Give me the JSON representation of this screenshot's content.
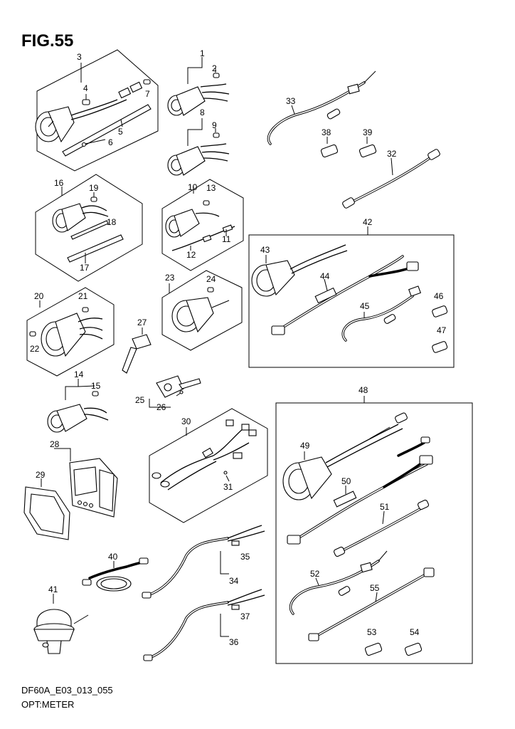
{
  "figure": {
    "title": "FIG.55"
  },
  "footer": {
    "code": "DF60A_E03_013_055",
    "subtitle": "OPT:METER"
  },
  "callouts": {
    "c1": "1",
    "c2": "2",
    "c3": "3",
    "c4": "4",
    "c5": "5",
    "c6": "6",
    "c7": "7",
    "c8": "8",
    "c9": "9",
    "c10": "10",
    "c11": "11",
    "c12": "12",
    "c13": "13",
    "c14": "14",
    "c15": "15",
    "c16": "16",
    "c17": "17",
    "c18": "18",
    "c19": "19",
    "c20": "20",
    "c21": "21",
    "c22": "22",
    "c23": "23",
    "c24": "24",
    "c25": "25",
    "c26": "26",
    "c27": "27",
    "c28": "28",
    "c29": "29",
    "c30": "30",
    "c31": "31",
    "c32": "32",
    "c33": "33",
    "c34": "34",
    "c35": "35",
    "c36": "36",
    "c37": "37",
    "c38": "38",
    "c39": "39",
    "c40": "40",
    "c41": "41",
    "c42": "42",
    "c43": "43",
    "c44": "44",
    "c45": "45",
    "c46": "46",
    "c47": "47",
    "c48": "48",
    "c49": "49",
    "c50": "50",
    "c51": "51",
    "c52": "52",
    "c53": "53",
    "c54": "54",
    "c55": "55"
  }
}
